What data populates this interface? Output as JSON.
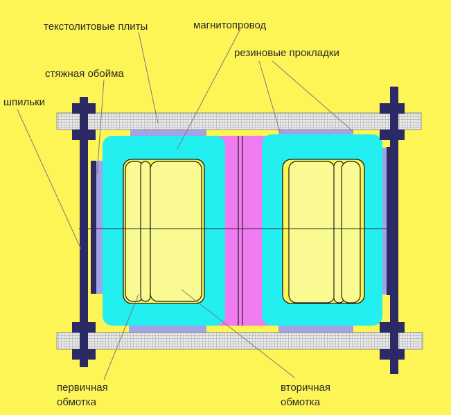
{
  "labels": {
    "textolite_plates": "текстолитовые плиты",
    "magnetic_core": "магнитопровод",
    "clamp_frame": "стяжная обойма",
    "rubber_gaskets": "резиновые прокладки",
    "studs": "шпильки",
    "primary_winding_1": "первичная",
    "primary_winding_2": "обмотка",
    "secondary_winding_1": "вторичная",
    "secondary_winding_2": "обмотка"
  },
  "colors": {
    "background": "#fdf456",
    "magnetic_core": "#23eef0",
    "winding": "#fafa92",
    "central_block": "#f17bf0",
    "gasket": "#a2a2e6",
    "stud": "#2c2a64",
    "plate": "#e6e6e6"
  }
}
